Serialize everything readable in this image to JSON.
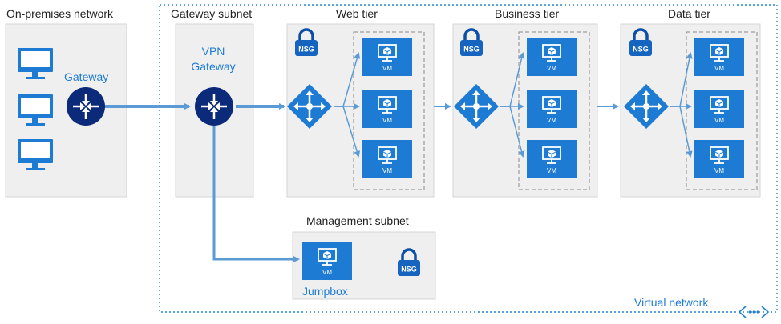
{
  "regions": {
    "onprem_title": "On-premises network",
    "gateway_subnet_title": "Gateway subnet",
    "web_tier_title": "Web tier",
    "business_tier_title": "Business tier",
    "data_tier_title": "Data tier",
    "management_subnet_title": "Management subnet",
    "virtual_network_label": "Virtual network"
  },
  "nodes": {
    "gateway_label": "Gateway",
    "vpn_gateway_line1": "VPN",
    "vpn_gateway_line2": "Gateway",
    "jumpbox_label": "Jumpbox",
    "vm_label": "VM",
    "nsg_label": "NSG"
  },
  "colors": {
    "accent": "#1e7bd4",
    "router_dark": "#0b2a7a",
    "panel_bg": "#efefef",
    "panel_border": "#d4d4d4",
    "arrow": "#5b9bd5"
  }
}
